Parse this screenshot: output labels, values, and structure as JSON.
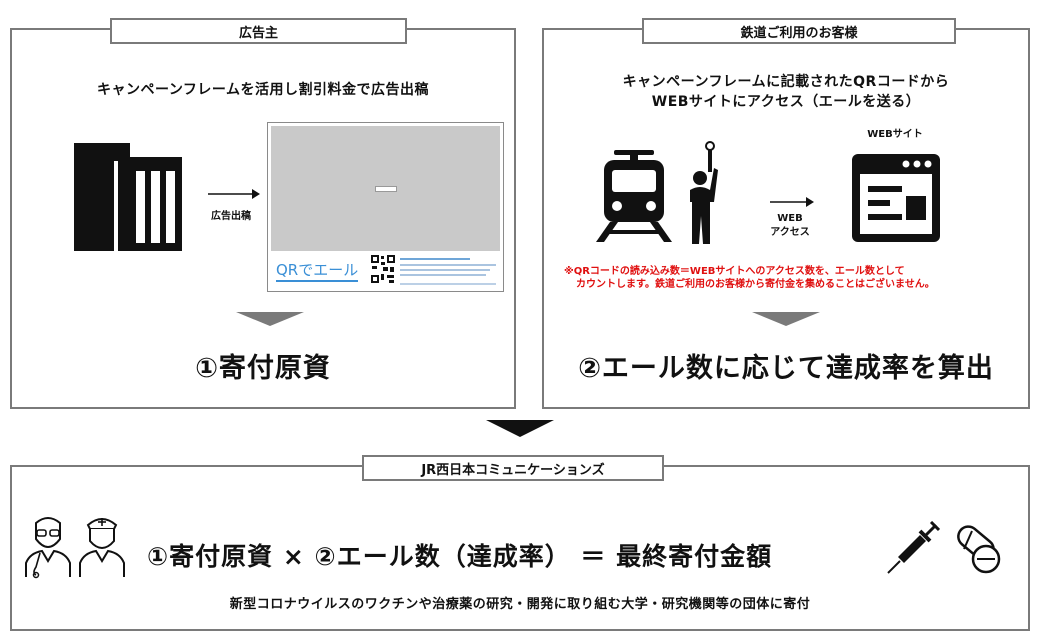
{
  "advertiser": {
    "tab": "広告主",
    "heading": "キャンペーンフレームを活用し割引料金で広告出稿",
    "arrow_label": "広告出稿",
    "result": "①寄付原資",
    "ad_logo": "QRでエール"
  },
  "customer": {
    "tab": "鉄道ご利用のお客様",
    "heading_line1": "キャンペーンフレームに記載されたQRコードから",
    "heading_line2": "WEBサイトにアクセス（エールを送る）",
    "website_label": "WEBサイト",
    "access_line1": "WEB",
    "access_line2": "アクセス",
    "note_line1": "※QRコードの読み込み数＝WEBサイトへのアクセス数を、エール数として",
    "note_line2": "カウントします。鉄道ご利用のお客様から寄付金を集めることはございません。",
    "result": "②エール数に応じて達成率を算出",
    "note_color": "#e01010"
  },
  "company": {
    "tab": "JR西日本コミュニケーションズ",
    "formula": "①寄付原資 × ②エール数（達成率） ＝ 最終寄付金額",
    "description": "新型コロナウイルスのワクチンや治療薬の研究・開発に取り組む大学・研究機関等の団体に寄付"
  },
  "icons": [
    "building-icon",
    "train-icon",
    "passenger-icon",
    "website-icon",
    "doctor-icon",
    "nurse-icon",
    "syringe-icon",
    "pill-icon"
  ]
}
